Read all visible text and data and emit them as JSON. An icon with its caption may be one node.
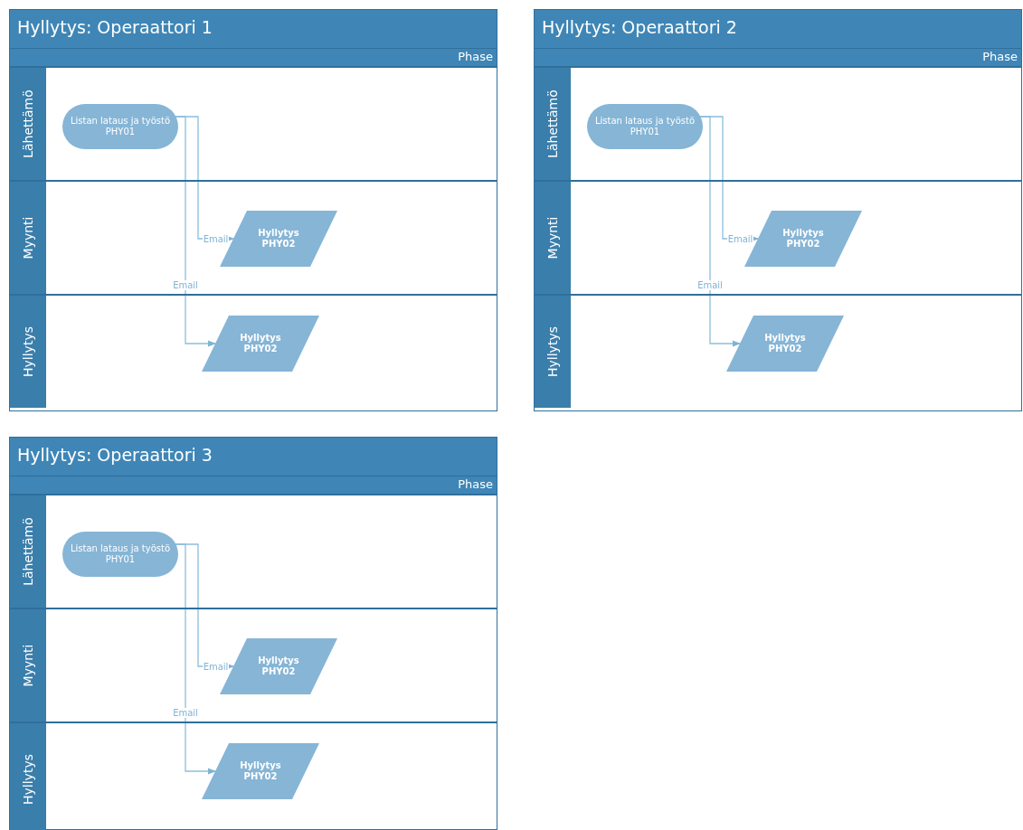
{
  "diagram": {
    "nodes": [
      {
        "text": [
          "Hyllytys: Operaattori 1",
          "Phase"
        ]
      },
      {
        "text": [
          "Lähettämö"
        ],
        "in": 0
      },
      {
        "text": [
          "Myynti"
        ],
        "in": 0
      },
      {
        "text": [
          "Hyllytys"
        ],
        "in": 0
      },
      {
        "text": [
          "Listan lataus ja työstö PHY01"
        ],
        "in": 1
      },
      {
        "text": [
          "Hyllytys PHY02"
        ],
        "in": 2
      },
      {
        "text": [
          "Hyllytys PHY02"
        ],
        "in": 3
      },
      {
        "text": [
          "Hyllytys: Operaattori 2",
          "Phase"
        ]
      },
      {
        "text": [
          "Lähettämö"
        ],
        "in": 7
      },
      {
        "text": [
          "Myynti"
        ],
        "in": 7
      },
      {
        "text": [
          "Hyllytys"
        ],
        "in": 7
      },
      {
        "text": [
          "Listan lataus ja työstö PHY01"
        ],
        "in": 8
      },
      {
        "text": [
          "Hyllytys PHY02"
        ],
        "in": 9
      },
      {
        "text": [
          "Hyllytys PHY02"
        ],
        "in": 10
      },
      {
        "text": [
          "Hyllytys: Operaattori 3",
          "Phase"
        ]
      },
      {
        "text": [
          "Lähettämö"
        ],
        "in": 14
      },
      {
        "text": [
          "Myynti"
        ],
        "in": 14
      },
      {
        "text": [
          "Hyllytys"
        ],
        "in": 14
      },
      {
        "text": [
          "Listan lataus ja työstö PHY01"
        ],
        "in": 15
      },
      {
        "text": [
          "Hyllytys PHY02"
        ],
        "in": 16
      },
      {
        "text": [
          "Hyllytys PHY02"
        ],
        "in": 17
      }
    ],
    "edges": [
      {
        "from": 4,
        "to": 5,
        "arrow": "to",
        "label": "Email"
      },
      {
        "from": 4,
        "to": 6,
        "arrow": "to",
        "label": "Email"
      },
      {
        "from": 11,
        "to": 12,
        "arrow": "to",
        "label": "Email"
      },
      {
        "from": 11,
        "to": 13,
        "arrow": "to",
        "label": "Email"
      },
      {
        "from": 18,
        "to": 19,
        "arrow": "to",
        "label": "Email"
      },
      {
        "from": 18,
        "to": 20,
        "arrow": "to",
        "label": "Email"
      }
    ]
  }
}
